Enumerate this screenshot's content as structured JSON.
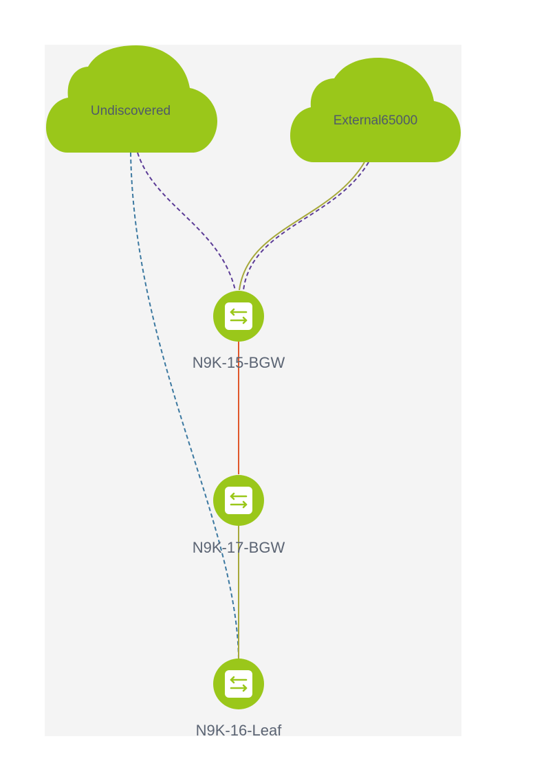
{
  "colors": {
    "canvas": "#f4f4f4",
    "node_green": "#9ac71a",
    "label_text": "#5b6473",
    "cloud_text": "#4f5a69",
    "link_orange": "#e0562a",
    "link_olive": "#a6a83a",
    "link_purple": "#5b3b96",
    "link_blue": "#3b78a0"
  },
  "clouds": [
    {
      "id": "undiscovered",
      "label": "Undiscovered",
      "icon": "cloud-icon"
    },
    {
      "id": "external",
      "label": "External65000",
      "icon": "cloud-icon"
    }
  ],
  "nodes": [
    {
      "id": "bgw15",
      "label": "N9K-15-BGW",
      "icon": "switch-icon"
    },
    {
      "id": "bgw17",
      "label": "N9K-17-BGW",
      "icon": "switch-icon"
    },
    {
      "id": "leaf16",
      "label": "N9K-16-Leaf",
      "icon": "switch-icon"
    }
  ],
  "links": [
    {
      "from": "undiscovered",
      "to": "bgw15",
      "style": "dashed",
      "color": "purple"
    },
    {
      "from": "undiscovered",
      "to": "leaf16",
      "style": "dashed",
      "color": "blue"
    },
    {
      "from": "external",
      "to": "bgw15",
      "style": "solid",
      "color": "olive"
    },
    {
      "from": "external",
      "to": "bgw15",
      "style": "dashed",
      "color": "purple"
    },
    {
      "from": "bgw15",
      "to": "bgw17",
      "style": "solid",
      "color": "orange"
    },
    {
      "from": "bgw17",
      "to": "leaf16",
      "style": "solid",
      "color": "olive"
    }
  ]
}
